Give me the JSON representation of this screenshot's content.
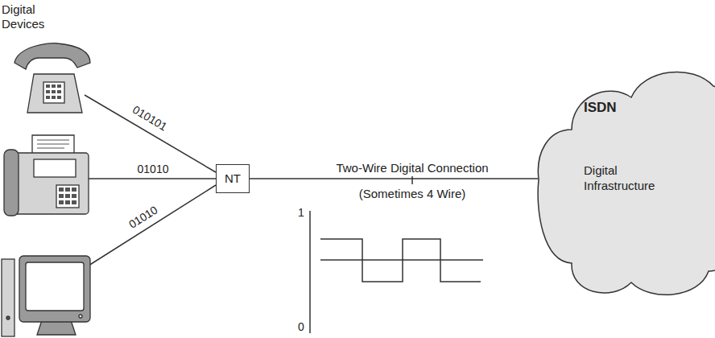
{
  "diagram": {
    "nodes": [
      {
        "text": [
          "NT"
        ]
      },
      {
        "text": [
          "ISDN",
          "Digital Infrastructure"
        ]
      }
    ],
    "edges": [
      {
        "from": 0,
        "to": 1,
        "arrow": "none",
        "label": "Two-Wire Digital Connection"
      }
    ],
    "labels": [
      "Digital Devices",
      "010101",
      "01010",
      "01010",
      "(Sometimes 4 Wire)",
      "1",
      "0"
    ]
  }
}
